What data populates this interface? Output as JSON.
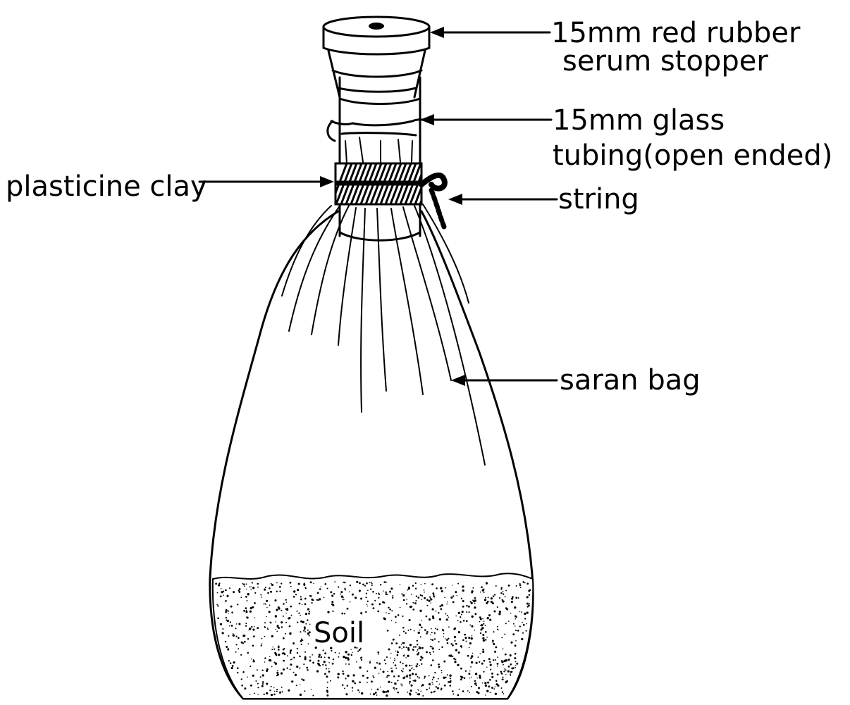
{
  "labels": {
    "stopper_line1": "15mm red rubber",
    "stopper_line2": "serum stopper",
    "tubing_line1": "15mm glass",
    "tubing_line2": "tubing(open ended)",
    "plasticine": "plasticine clay",
    "string": "string",
    "bag": "saran bag",
    "soil": "Soil"
  }
}
